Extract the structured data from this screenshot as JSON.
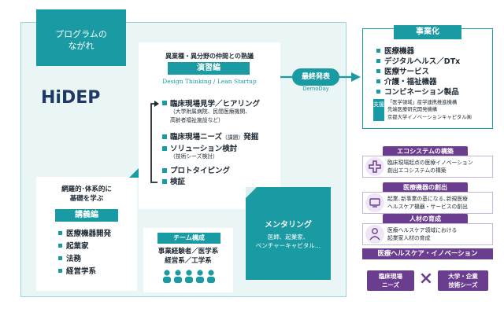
{
  "title": {
    "line1": "プログラムの",
    "line2": "ながれ"
  },
  "logo": {
    "text": "HiDEP"
  },
  "practice": {
    "heading": "異業種・異分野の仲間との熟議",
    "tag": "演習編",
    "subtitle": "Design Thinking / Lean Startup",
    "steps": [
      {
        "title": "臨床現場見学／ヒアリング",
        "notes": [
          "（大学附属病院、民間医療機関、",
          "高齢者福祉施設など）"
        ]
      },
      {
        "title": "臨床現場ニーズ",
        "small": "（課題）",
        "suffix": "発掘"
      },
      {
        "title": "ソリューション検討",
        "notes": [
          "（技術シーズ検討）"
        ]
      },
      {
        "title": "プロトタイピング"
      },
      {
        "title": "検証"
      }
    ]
  },
  "final": {
    "label": "最終発表",
    "sub": "DemoDay"
  },
  "lecture": {
    "heading_line1": "網羅的･体系的に",
    "heading_line2": "基礎を学ぶ",
    "tag": "講義編",
    "items": [
      "医療機器開発",
      "起業家",
      "法務",
      "経営学系"
    ]
  },
  "team": {
    "tag": "チーム構成",
    "line1": "事業経験者／医学系",
    "line2": "経営系／工学系"
  },
  "mentoring": {
    "title": "メンタリング",
    "line1": "医師、起業家、",
    "line2": "ベンチャーキャピタル…"
  },
  "business": {
    "tag": "事業化",
    "items": [
      "医療機器",
      "デジタルヘルス／DTx",
      "医療サービス",
      "介護・福祉機器",
      "コンビネーション製品"
    ],
    "support_badge": "支援",
    "support_lines": [
      "「医学領域」産学連携推進機構",
      "先端医療研究開発機構",
      "京都大学イノベーションキャピタル㈱"
    ]
  },
  "ecosystem": [
    {
      "tag": "エコシステムの構築",
      "lines": [
        "臨床現場起点の医療イノベーション",
        "創出エコシステムの構築"
      ]
    },
    {
      "tag": "医療機器の創出",
      "lines": [
        "起業､新事業の基になる､新規医療",
        "ヘルスケア機器・サービスの創出"
      ]
    },
    {
      "tag": "人材の育成",
      "lines": [
        "医療ヘルスケア領域における",
        "起業家人材の育成"
      ]
    }
  ],
  "innovation": {
    "band": "医療ヘルスケア・イノベーション",
    "left_line1": "臨床現場",
    "left_line2": "ニーズ",
    "cross": "×",
    "right_line1": "大学・企業",
    "right_line2": "技術シーズ"
  },
  "colors": {
    "teal": "#1a9aa2",
    "purple": "#6b3d8f",
    "frame": "#eaf5f6"
  },
  "icons": [
    "ecosystem-plus-icon",
    "device-icon",
    "person-icon",
    "team-people-icon",
    "arrow-right-icon"
  ]
}
